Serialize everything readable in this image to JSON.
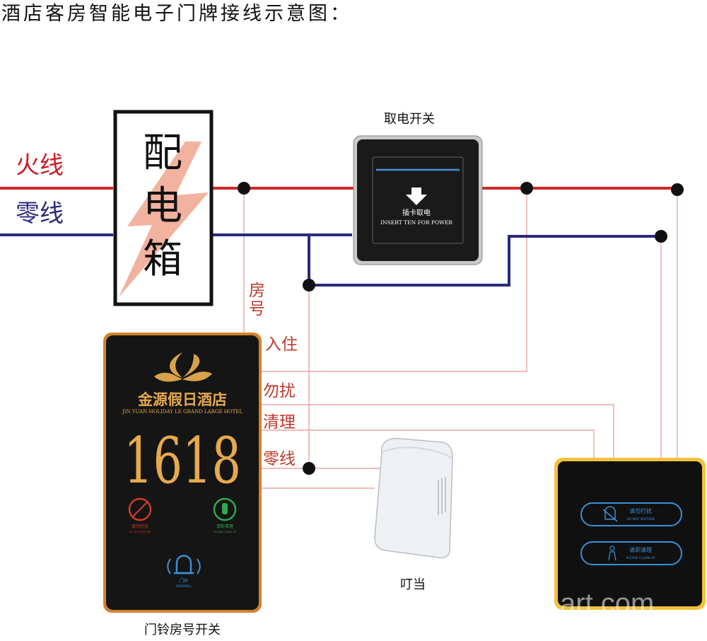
{
  "title": "酒店客房智能电子门牌接线示意图：",
  "lines": {
    "live": "火线",
    "neutral": "零线"
  },
  "distribution_box": {
    "chars": [
      "配",
      "电",
      "箱"
    ]
  },
  "power_switch": {
    "caption": "取电开关",
    "text_cn": "插卡取电",
    "text_en": "INSERT TEN FOR POWER"
  },
  "wire_labels": {
    "room_no_1": "房",
    "room_no_2": "号",
    "checkin": "入住",
    "dnd": "勿扰",
    "clean": "清理",
    "neutral": "零线"
  },
  "doorplate": {
    "caption": "门铃房号开关",
    "brand_cn": "金源假日酒店",
    "brand_en": "JIN YUAN HOLIDAY LE GRAND LARGE HOTEL",
    "room_number": "1618",
    "dnd_cn": "请勿打扰",
    "dnd_en": "DO NOT DISTURB",
    "clean_cn": "请即清理",
    "clean_en": "PLEASE CLEAN UP",
    "bell_cn": "门铃",
    "bell_en": "DOORBELL"
  },
  "doorbell": {
    "caption": "叮当"
  },
  "indoor_panel": {
    "dnd_cn": "请勿打扰",
    "dnd_en": "DO NOT DISTURB",
    "clean_cn": "请即清理",
    "clean_en": "PLEASE CLEAN UP"
  },
  "watermark": "art.com",
  "colors": {
    "live": "#d0282a",
    "neutral": "#2a2a7c",
    "signal": "#e3998f",
    "gold": "#e0a040"
  }
}
